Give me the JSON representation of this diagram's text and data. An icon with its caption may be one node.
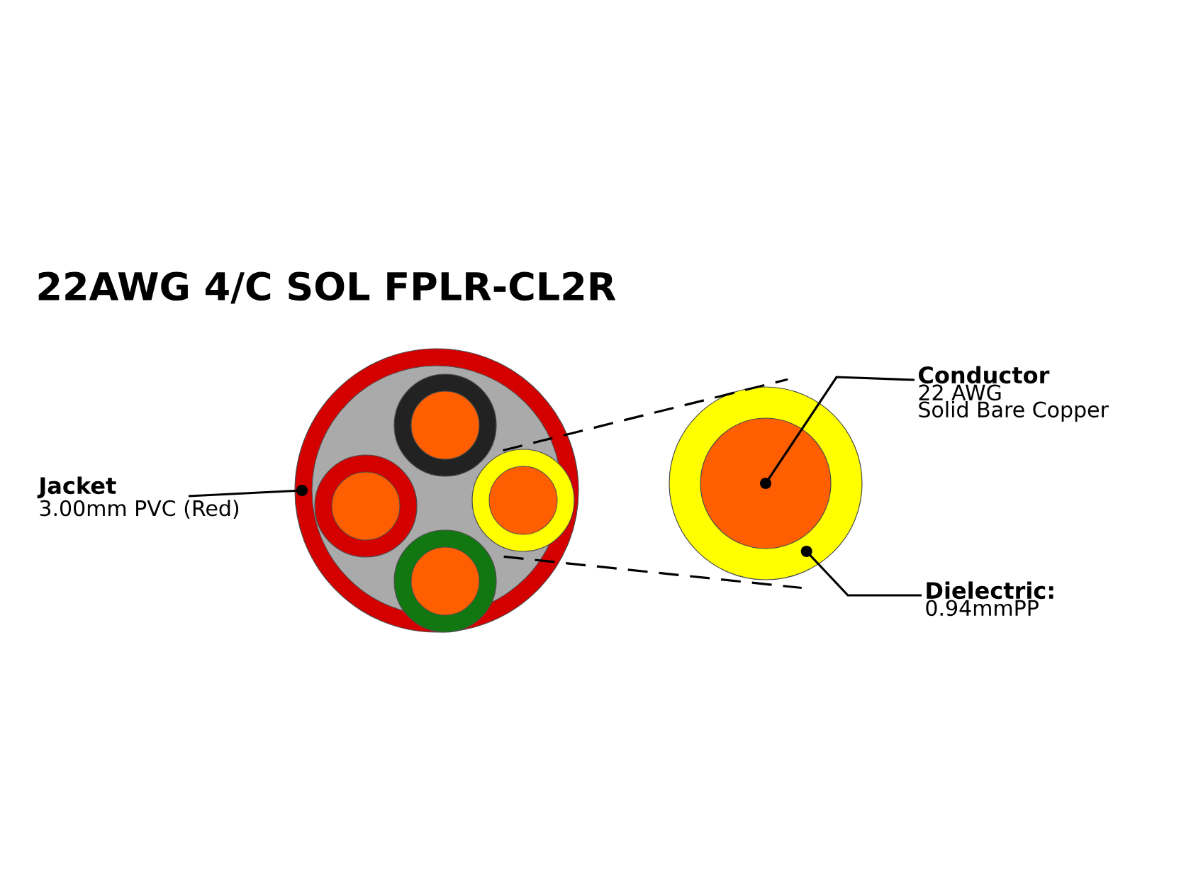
{
  "diagram": {
    "title": "22AWG 4/C SOL FPLR-CL2R",
    "nodes": [
      {
        "text": [
          "Jacket",
          "3.00mm PVC (Red)"
        ]
      },
      {
        "text": [],
        "shape": "circle"
      },
      {
        "text": [],
        "shape": "circle",
        "in": 1
      },
      {
        "text": [],
        "shape": "circle",
        "in": 1
      },
      {
        "text": [],
        "shape": "circle",
        "in": 1
      },
      {
        "text": [],
        "shape": "circle",
        "in": 1
      },
      {
        "text": [],
        "shape": "circle"
      },
      {
        "text": [],
        "shape": "circle",
        "in": 6
      },
      {
        "text": [
          "Conductor",
          "22 AWG",
          "Solid Bare Copper"
        ]
      },
      {
        "text": [
          "Dielectric:",
          "0.94mmPP"
        ]
      }
    ],
    "edges": [
      {
        "from": 0,
        "to": 1,
        "arrow": "other"
      },
      {
        "from": 4,
        "to": 6,
        "arrow": "none",
        "style": "dashed"
      },
      {
        "from": 4,
        "to": 6,
        "arrow": "none",
        "style": "dashed"
      },
      {
        "from": 8,
        "to": 7,
        "arrow": "other"
      },
      {
        "from": 9,
        "to": 6,
        "arrow": "other"
      }
    ]
  }
}
